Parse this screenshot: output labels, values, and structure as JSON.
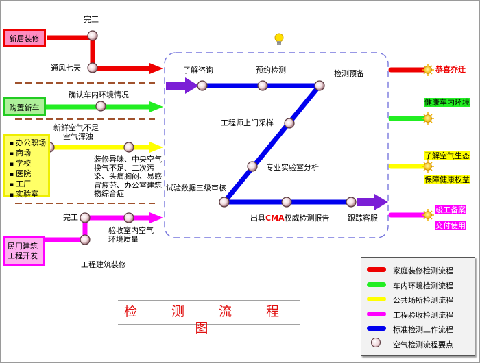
{
  "diagram": {
    "title": "检 测 流 程 图",
    "sources": {
      "home": "新居装修",
      "car": "购置新车",
      "office_items": [
        "办公职场",
        "商场",
        "学校",
        "医院",
        "工厂",
        "实验室"
      ],
      "civil": "民用建筑工程开发"
    },
    "path_labels": {
      "finish_top": "完工",
      "ventilate": "通风七天",
      "confirm_car": "确认车内环境情况",
      "fresh_air": "新鲜空气不足",
      "dirty_air": "空气浑浊",
      "symptoms": "装修异味、中央空气换气不足、二次污染、头痛胸闷、易感冒疲劳、办公室建筑物综合症",
      "finish_bottom": "完工",
      "accept_room": "验收室内空气环境质量",
      "construction": "工程建筑装修"
    },
    "process_nodes": {
      "consult": "了解咨询",
      "reserve": "预约检测",
      "prepare": "检测预备",
      "sampling": "工程师上门采样",
      "lab": "专业实验室分析",
      "review": "试验数据三级审核",
      "report_prefix": "出具",
      "report_cma": "CMA",
      "report_suffix": "权威检测报告",
      "followup": "跟踪客服"
    },
    "results": {
      "home": "恭喜乔迁",
      "car": "健康车内环境",
      "public_1": "了解空气生态",
      "public_2": "保障健康权益",
      "acceptance_1": "竣工备案",
      "acceptance_2": "交付使用"
    },
    "legend": [
      {
        "label": "家庭装修检测流程",
        "color": "#ee0000"
      },
      {
        "label": "车内环境检测流程",
        "color": "#22ee22"
      },
      {
        "label": "公共场所检测流程",
        "color": "#ffff00"
      },
      {
        "label": "工程验收检测流程",
        "color": "#ff00ff"
      },
      {
        "label": "标准检测工作流程",
        "color": "#0000ee"
      },
      {
        "label": "空气检测流程要点",
        "icon": "node-dot"
      }
    ],
    "colors": {
      "red": "#ee0000",
      "green": "#22ee22",
      "yellow": "#ffff00",
      "magenta": "#ff00ff",
      "blue": "#0000ee",
      "purple": "#7b1fd6",
      "dash": "#a0522d"
    }
  }
}
